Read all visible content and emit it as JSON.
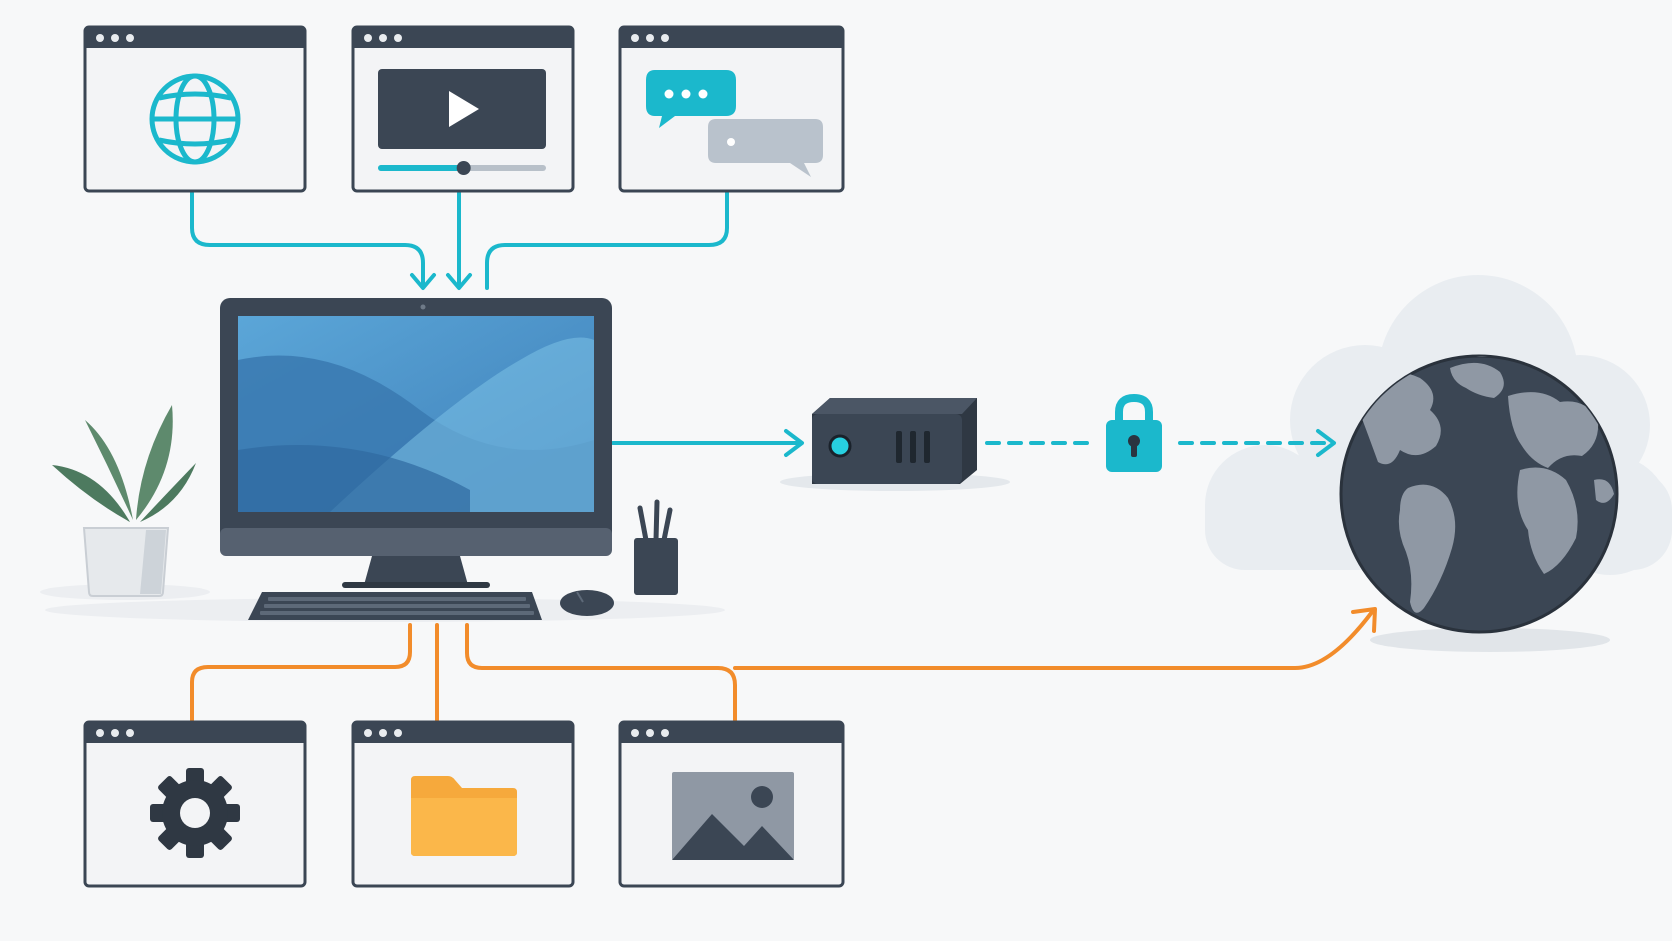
{
  "colors": {
    "background": "#f7f8f9",
    "window_frame": "#3b4654",
    "window_body": "#f3f4f6",
    "window_dot": "#e9ecef",
    "inbound_connector": "#1bb8cc",
    "outbound_connector": "#f28c2b",
    "monitor_screen": "#3f86c0",
    "globe_land": "#8f98a4",
    "folder": "#f6a93c",
    "cloud": "#e9edf1"
  },
  "inbound_windows": [
    {
      "icon": "globe-icon"
    },
    {
      "icon": "video-player-icon",
      "progress": 0.51
    },
    {
      "icon": "chat-bubbles-icon"
    }
  ],
  "outbound_windows": [
    {
      "icon": "gear-icon"
    },
    {
      "icon": "folder-icon"
    },
    {
      "icon": "image-icon"
    }
  ],
  "devices": {
    "computer": "desktop-monitor",
    "router": "network-device-icon",
    "lock": "padlock-icon",
    "destination": "earth-globe-icon"
  },
  "connections": [
    {
      "from": "browser-window",
      "to": "computer",
      "style": "solid",
      "color": "teal"
    },
    {
      "from": "video-window",
      "to": "computer",
      "style": "solid",
      "color": "teal"
    },
    {
      "from": "chat-window",
      "to": "computer",
      "style": "solid",
      "color": "teal"
    },
    {
      "from": "computer",
      "to": "router",
      "style": "solid",
      "color": "teal"
    },
    {
      "from": "router",
      "to": "padlock",
      "style": "dashed",
      "color": "teal"
    },
    {
      "from": "padlock",
      "to": "globe",
      "style": "dashed",
      "color": "teal"
    },
    {
      "from": "computer",
      "to": "settings-window",
      "style": "solid",
      "color": "orange"
    },
    {
      "from": "computer",
      "to": "files-window",
      "style": "solid",
      "color": "orange"
    },
    {
      "from": "computer",
      "to": "image-window",
      "style": "solid",
      "color": "orange"
    },
    {
      "from": "computer",
      "to": "globe",
      "style": "solid",
      "color": "orange"
    }
  ]
}
